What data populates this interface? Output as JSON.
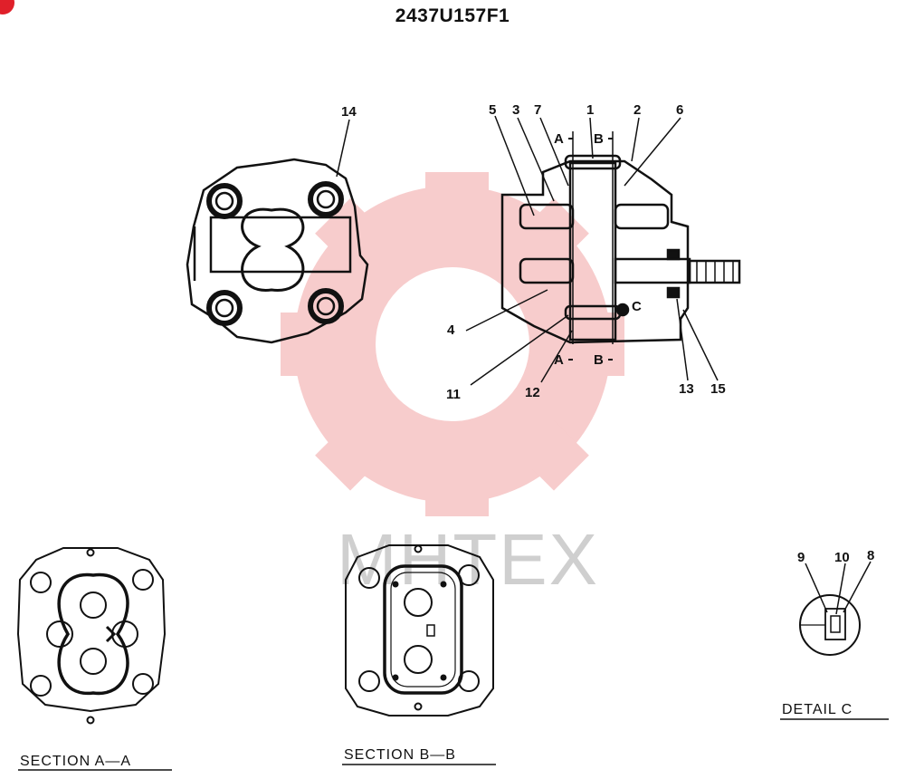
{
  "title": "2437U157F1",
  "watermark": "MHTEX",
  "labels": {
    "l1": "1",
    "l2": "2",
    "l3": "3",
    "l4": "4",
    "l5": "5",
    "l6": "6",
    "l7": "7",
    "l8": "8",
    "l9": "9",
    "l10": "10",
    "l11": "11",
    "l12": "12",
    "l13": "13",
    "l14": "14",
    "l15": "15",
    "a_top": "A",
    "b_top": "B",
    "a_bot": "A",
    "b_bot": "B",
    "c": "C"
  },
  "captions": {
    "section_aa": "SECTION A—A",
    "section_bb": "SECTION B—B",
    "detail_c": "DETAIL C"
  },
  "colors": {
    "ink": "#111111",
    "watermark": "#f4b0b0",
    "badge": "#e0202a"
  }
}
